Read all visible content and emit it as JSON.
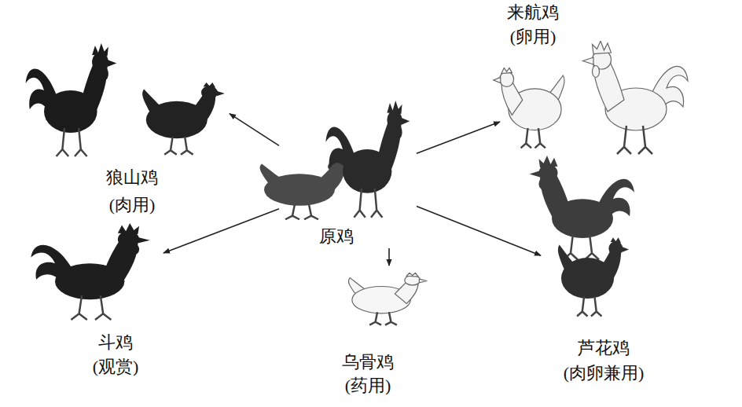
{
  "diagram": {
    "nodes": [
      {
        "text": [
          "狼山鸡",
          "(肉用)"
        ]
      },
      {
        "text": [
          "来航鸡",
          "(卵用)"
        ]
      },
      {
        "text": [
          "原鸡"
        ]
      },
      {
        "text": [
          "斗鸡",
          "(观赏)"
        ]
      },
      {
        "text": [
          "乌骨鸡",
          "(药用)"
        ]
      },
      {
        "text": [
          "芦花鸡",
          "(肉卵兼用)"
        ]
      }
    ],
    "edges": [
      {
        "from": 2,
        "to": 0,
        "arrow": "to"
      },
      {
        "from": 2,
        "to": 1,
        "arrow": "to"
      },
      {
        "from": 2,
        "to": 3,
        "arrow": "to"
      },
      {
        "from": 2,
        "to": 4,
        "arrow": "to"
      },
      {
        "from": 2,
        "to": 5,
        "arrow": "to"
      }
    ]
  }
}
